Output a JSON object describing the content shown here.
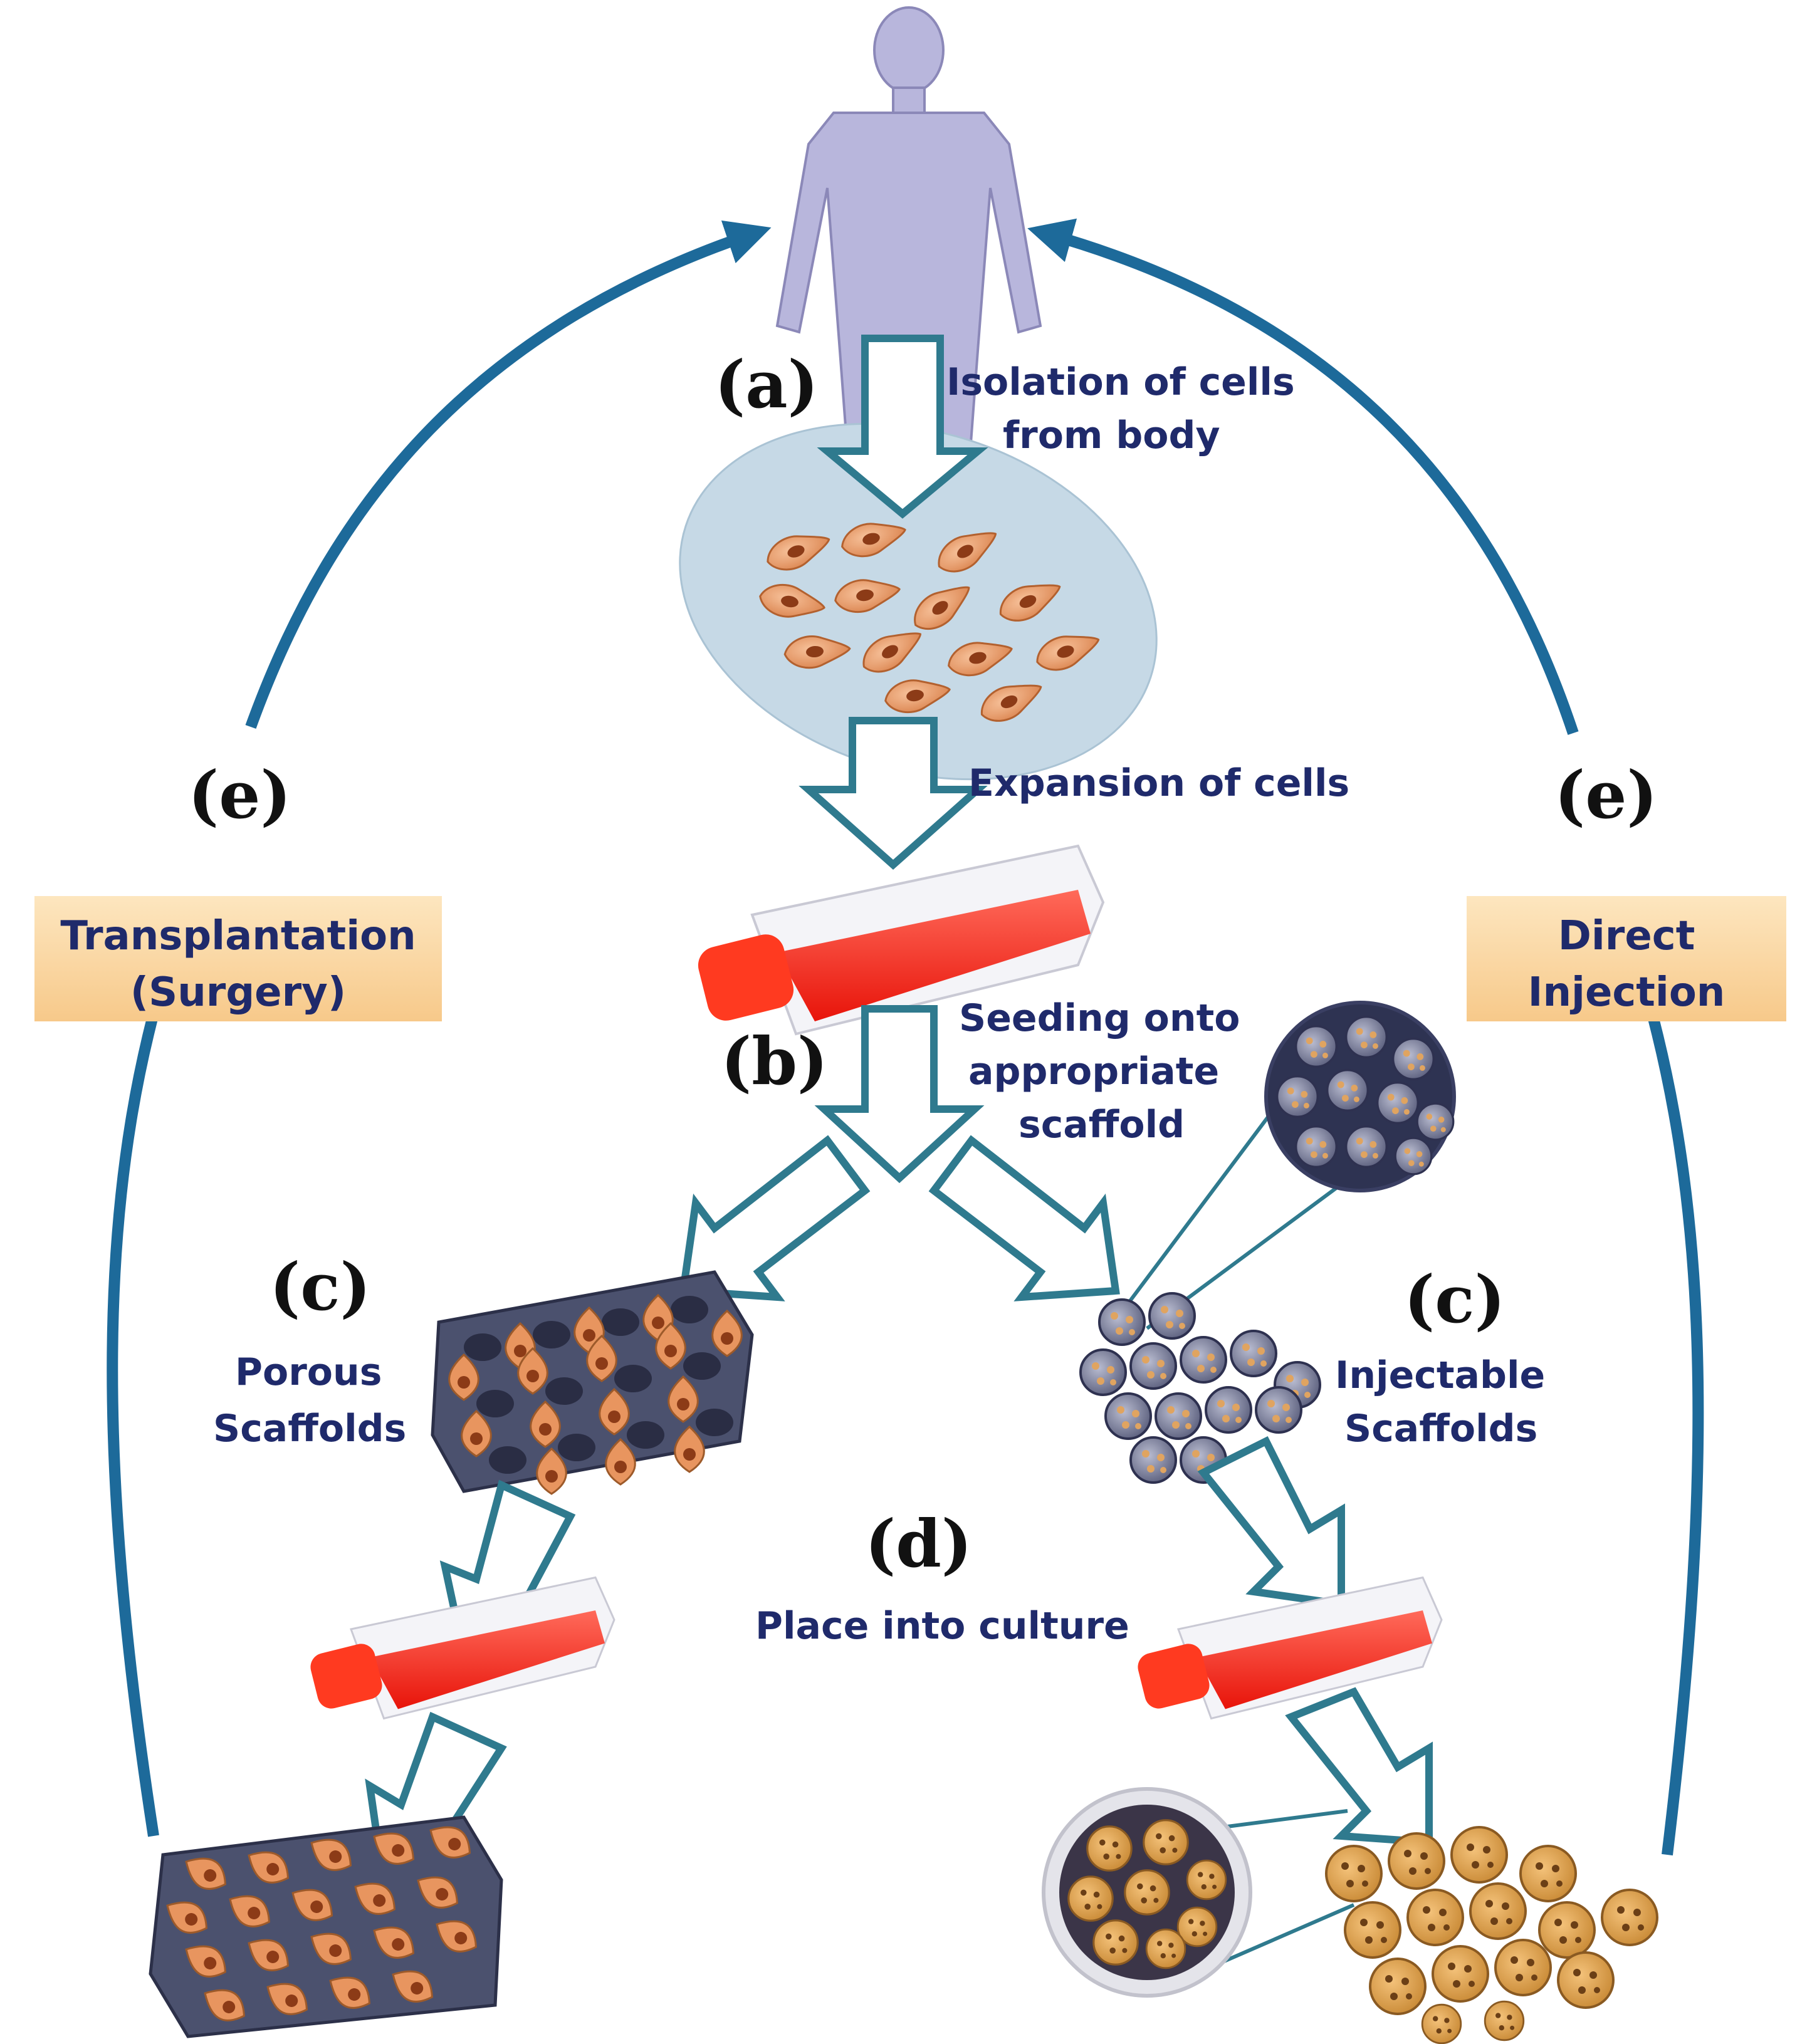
{
  "colors": {
    "arrow_blue": "#1d6a9a",
    "outline_teal": "#2f7a8e",
    "label_navy": "#1f2a6b",
    "box_fill": "#fcd9a3",
    "cell_orange": "#e8955f",
    "scaffold_gray": "#4b516e",
    "flask_red": "#ff2a1f",
    "body_lilac": "#b8b6dc"
  },
  "icons": [
    "human-body-icon",
    "cell-culture-icon",
    "culture-flask-icon",
    "porous-scaffold-icon",
    "microsphere-icon"
  ],
  "labels": {
    "step_a": "(a)",
    "step_b": "(b)",
    "step_c_left": "(c)",
    "step_c_right": "(c)",
    "step_d": "(d)",
    "step_e_left": "(e)",
    "step_e_right": "(e)",
    "isolation_line1": "Isolation of cells",
    "isolation_line2": "from body",
    "expansion": "Expansion of cells",
    "seeding_line1": "Seeding onto",
    "seeding_line2": "appropriate",
    "seeding_line3": "scaffold",
    "porous_line1": "Porous",
    "porous_line2": "Scaffolds",
    "injectable_line1": "Injectable",
    "injectable_line2": "Scaffolds",
    "culture": "Place into culture"
  },
  "boxes": {
    "transplant_line1": "Transplantation",
    "transplant_line2": "(Surgery)",
    "injection_line1": "Direct",
    "injection_line2": "Injection"
  }
}
